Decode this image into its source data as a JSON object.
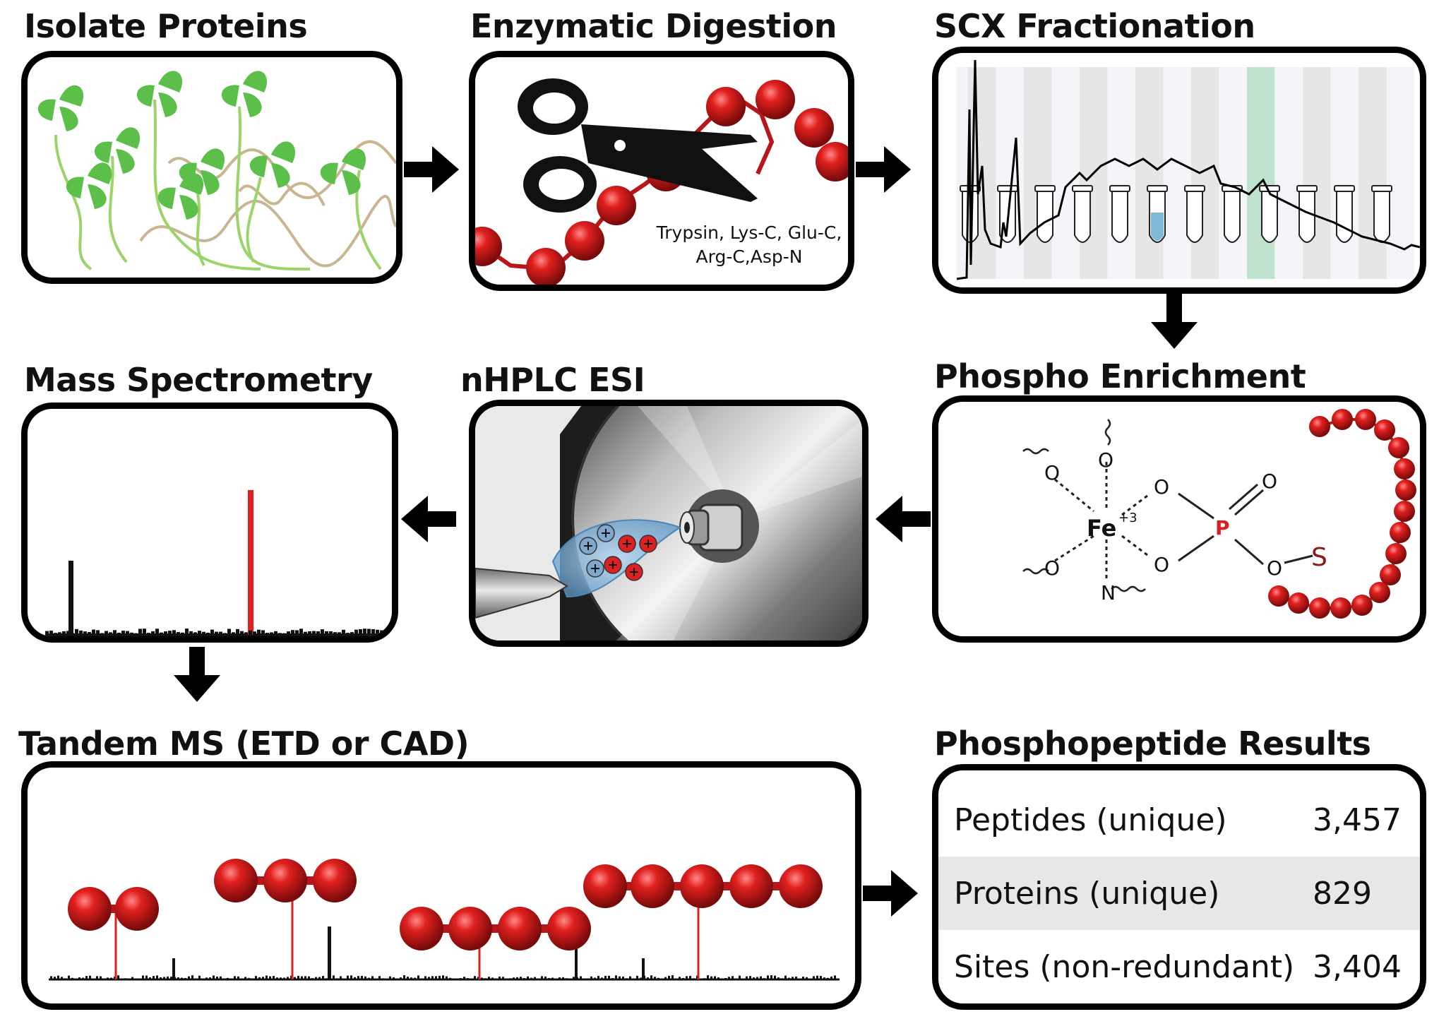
{
  "titles": {
    "isolate": "Isolate Proteins",
    "digestion": "Enzymatic Digestion",
    "scx": "SCX Fractionation",
    "phospho": "Phospho Enrichment",
    "nhplc": "nHPLC ESI",
    "ms": "Mass Spectrometry",
    "tandem": "Tandem MS (ETD or CAD)",
    "results": "Phosphopeptide Results"
  },
  "enzymes": {
    "line1": "Trypsin, Lys-C, Glu-C,",
    "line2": "Arg-C,Asp-N"
  },
  "chemistry": {
    "fe": "Fe",
    "fe_charge": "+3",
    "o_top": "O",
    "o_left_upper": "O",
    "o_left_lower": "O",
    "n": "N",
    "o_right_upper": "O",
    "o_right_lower": "O",
    "p": "P",
    "o_double": "O",
    "o_ester": "O",
    "s": "S"
  },
  "results": {
    "rows": [
      {
        "label": "Peptides (unique)",
        "value": "3,457"
      },
      {
        "label": "Proteins (unique)",
        "value": "829"
      },
      {
        "label": "Sites (non-redundant)",
        "value": "3,404"
      }
    ]
  },
  "colors": {
    "bead": "#cc1f1f",
    "leaf": "#5cbf4a",
    "stem": "#9bd46b",
    "root": "#c9b58f",
    "scx_highlight": "#bfe3cf",
    "tube_highlight": "#7fb8d6",
    "spectrum_highlight": "#e02020"
  }
}
